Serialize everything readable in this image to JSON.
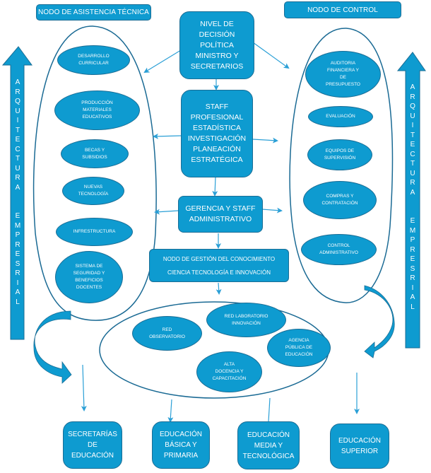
{
  "colors": {
    "fill": "#0e9bd0",
    "stroke": "#1a6d95",
    "outline": "#1a6a94",
    "connector": "#2a9fd6",
    "text": "#ffffff"
  },
  "headers": {
    "technical_assistance": "NODO DE ASISTENCIA TÉCNICA",
    "control": "NODO DE CONTROL"
  },
  "center": {
    "decision": "NIVEL DE\nDECISIÓN\nPOLÍTICA\nMINISTRO Y\nSECRETARIOS",
    "staff": "STAFF\nPROFESIONAL\nESTADÍSTICA\nINVESTIGACIÓN\nPLANEACIÓN\nESTRATÉGICA",
    "management": "GERENCIA Y  STAFF\nADMINISTRATIVO",
    "knowledge_line1": "NODO  DE GESTIÓN DEL CONOCIMIENTO",
    "knowledge_line2": "CIENCIA TECNOLOGÍA E INNOVACIÓN"
  },
  "left_nodes": [
    "DESARROLLO\nCURRICULAR",
    "PRODUCCIÓN\nMATERIALES\nEDUCATIVOS",
    "BECAS Y\nSUBSIDIOS",
    "NUEVAS\nTECNOLOGÍA",
    "INFRESTRUCTURA",
    "SISTEMA   DE\nSEGURIDAD   Y\nBENEFICIOS\nDOCENTES"
  ],
  "right_nodes": [
    "AUDITORIA\nFINANCIERA  Y\nDE\nPRESUPUESTO",
    "EVALUACIÓN",
    "EQUIPOS DE\nSUPERVISIÓN",
    "COMPRAS Y\nCONTRATACIÓN",
    "CONTROL\nADMINISTRATIVO"
  ],
  "innovation_nodes": [
    "RED\nOBSERVATORIO",
    "RED LABORATORIO\nINNOVACIÓN",
    "AGENCIA\nPÚBLICA DE\nEDUCACIÓN",
    "ALTA\nDOCENCIA Y\nCAPACITACIÓN"
  ],
  "side_arrows": {
    "left": "A\nR\nQ\nU\nI\nT\nE\nC\nT\nU\nR\nA\n\n\nE\nM\nP\nR\nE\nS\nR\nI\nA\nL",
    "right": "A\nR\nQ\nU\nI\nT\nE\nC\nT\nU\nR\nA\n\n\nE\nM\nP\nR\nE\nS\nR\nI\nA\nL"
  },
  "bottom_boxes": [
    "SECRETARÍAS\nDE\nEDUCACIÓN",
    "EDUCACIÓN\nBÁSICA Y\nPRIMARIA",
    "EDUCACIÓN\nMEDIA  Y\nTECNOLÓGICA",
    "EDUCACIÓN\nSUPERIOR"
  ]
}
